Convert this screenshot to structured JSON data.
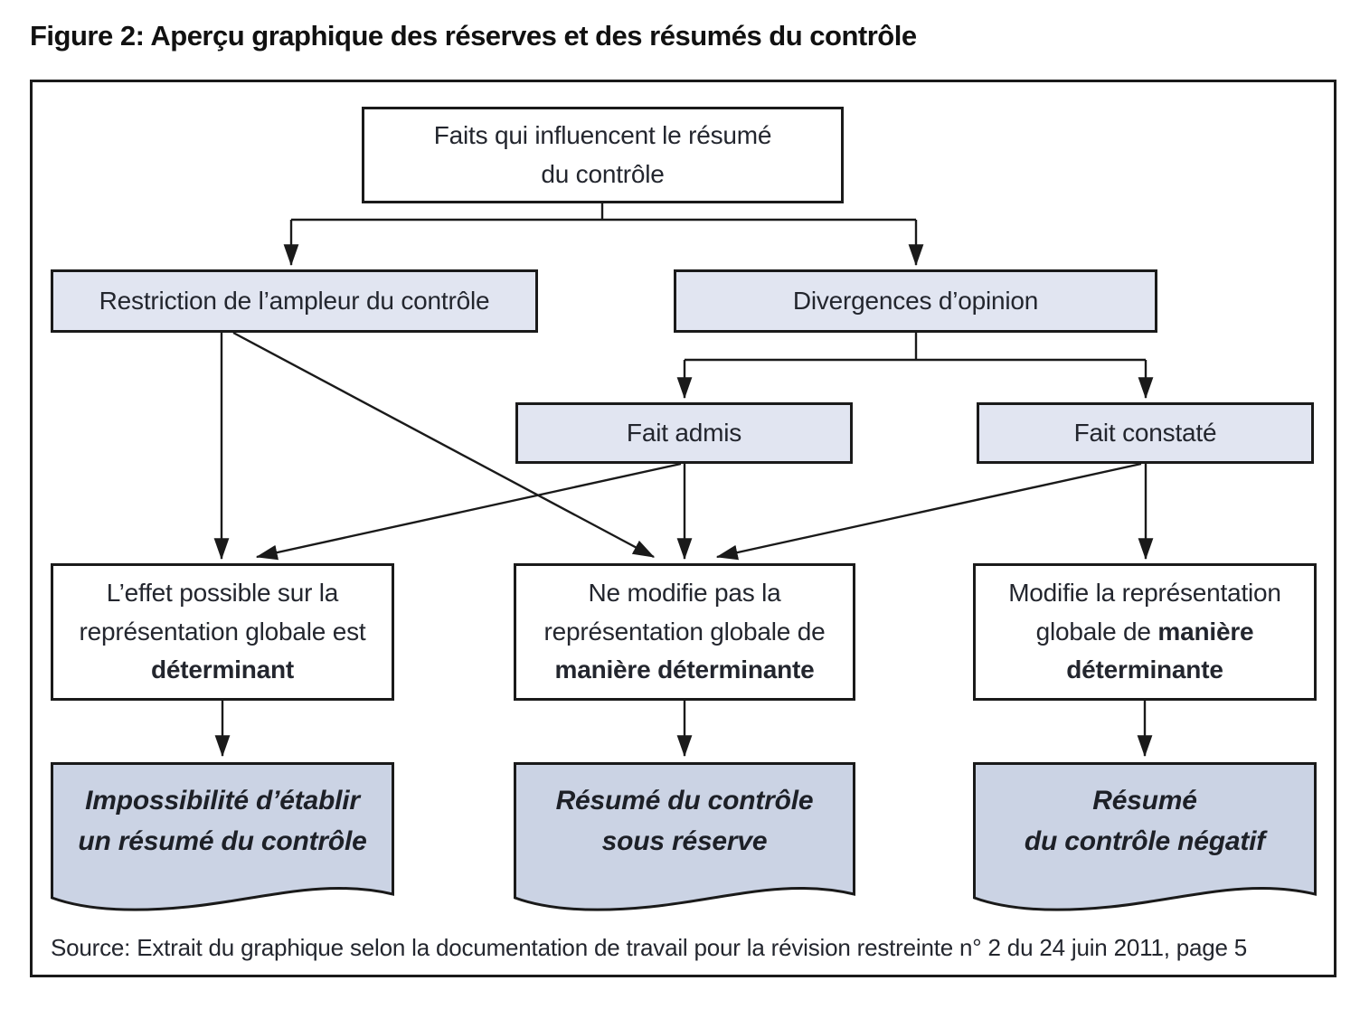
{
  "title": "Figure 2: Aperçu graphique des réserves et des résumés du contrôle",
  "flowchart": {
    "root": {
      "line1": "Faits qui influencent le résumé",
      "line2": "du contrôle"
    },
    "restriction": {
      "label": "Restriction de l’ampleur du contrôle"
    },
    "divergences": {
      "label": "Divergences d’opinion"
    },
    "fait_admis": {
      "label": "Fait admis"
    },
    "fait_constate": {
      "label": "Fait constaté"
    },
    "effect_left": {
      "line1": "L’effet possible sur la",
      "line2": "représentation globale est",
      "line3_bold": "déterminant"
    },
    "effect_middle": {
      "line1": "Ne modifie pas la",
      "line2": "représentation globale de",
      "line3_bold": "manière déterminante"
    },
    "effect_right": {
      "line1": "Modifie la représentation",
      "line2_regular": "globale de",
      "line2_bold": "manière",
      "line3_bold": "déterminante"
    },
    "doc_left": {
      "line1": "Impossibilité d’établir",
      "line2": "un résumé du contrôle"
    },
    "doc_middle": {
      "line1": "Résumé du contrôle",
      "line2": "sous réserve"
    },
    "doc_right": {
      "line1": "Résumé",
      "line2": "du contrôle négatif"
    }
  },
  "source": "Source: Extrait du graphique selon la documentation de travail pour la révision restreinte n° 2 du 24 juin 2011, page 5",
  "colors": {
    "line": "#1a1a1a",
    "text": "#23262e",
    "box_fill_light": "#e1e5f1",
    "doc_fill": "#cbd3e4"
  }
}
